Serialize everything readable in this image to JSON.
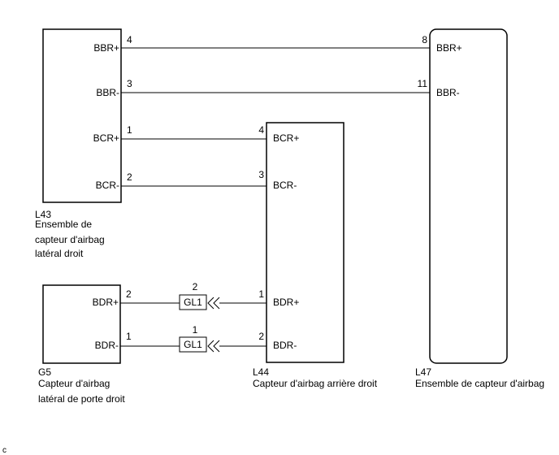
{
  "components": {
    "L43": {
      "ref": "L43",
      "name_lines": [
        "Ensemble de",
        "capteur d'airbag",
        "latéral droit"
      ],
      "pins": [
        "BBR+",
        "BBR-",
        "BCR+",
        "BCR-"
      ],
      "pin_numbers": [
        "4",
        "3",
        "1",
        "2"
      ]
    },
    "L47": {
      "ref": "L47",
      "name_lines": [
        "Ensemble de capteur d'airbag"
      ],
      "pins": [
        "BBR+",
        "BBR-"
      ],
      "pin_numbers": [
        "8",
        "11"
      ]
    },
    "L44": {
      "ref": "L44",
      "name_lines": [
        "Capteur d'airbag arrière droit"
      ],
      "pins": [
        "BCR+",
        "BCR-",
        "BDR+",
        "BDR-"
      ],
      "pin_numbers": [
        "4",
        "3",
        "1",
        "2"
      ]
    },
    "G5": {
      "ref": "G5",
      "name_lines": [
        "Capteur d'airbag",
        "latéral de porte droit"
      ],
      "pins": [
        "BDR+",
        "BDR-"
      ],
      "pin_numbers": [
        "2",
        "1"
      ]
    }
  },
  "connectors": [
    {
      "label": "GL1",
      "pin": "2"
    },
    {
      "label": "GL1",
      "pin": "1"
    }
  ],
  "footer_code": "c"
}
